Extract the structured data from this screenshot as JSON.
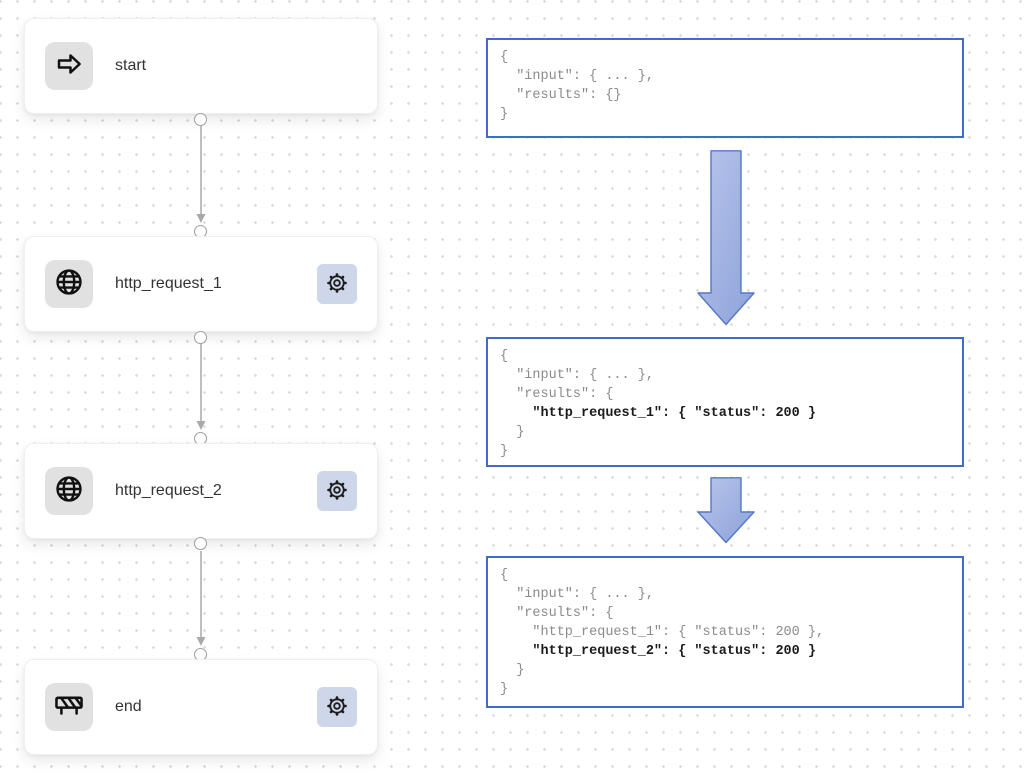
{
  "flow": {
    "nodes": [
      {
        "id": "start",
        "label": "start",
        "icon": "arrow-right-icon",
        "has_settings": false
      },
      {
        "id": "http_request_1",
        "label": "http_request_1",
        "icon": "globe-icon",
        "has_settings": true
      },
      {
        "id": "http_request_2",
        "label": "http_request_2",
        "icon": "globe-icon",
        "has_settings": true
      },
      {
        "id": "end",
        "label": "end",
        "icon": "barrier-icon",
        "has_settings": true
      }
    ]
  },
  "state_blocks": [
    {
      "lines": [
        {
          "text": "{",
          "strong": false
        },
        {
          "text": "  \"input\": { ... },",
          "strong": false
        },
        {
          "text": "  \"results\": {}",
          "strong": false
        },
        {
          "text": "}",
          "strong": false
        }
      ]
    },
    {
      "lines": [
        {
          "text": "{",
          "strong": false
        },
        {
          "text": "  \"input\": { ... },",
          "strong": false
        },
        {
          "text": "  \"results\": {",
          "strong": false
        },
        {
          "text": "    \"http_request_1\": { \"status\": 200 }",
          "strong": true
        },
        {
          "text": "  }",
          "strong": false
        },
        {
          "text": "}",
          "strong": false
        }
      ]
    },
    {
      "lines": [
        {
          "text": "{",
          "strong": false
        },
        {
          "text": "  \"input\": { ... },",
          "strong": false
        },
        {
          "text": "  \"results\": {",
          "strong": false
        },
        {
          "text": "    \"http_request_1\": { \"status\": 200 },",
          "strong": false
        },
        {
          "text": "    \"http_request_2\": { \"status\": 200 }",
          "strong": true
        },
        {
          "text": "  }",
          "strong": false
        },
        {
          "text": "}",
          "strong": false
        }
      ]
    }
  ],
  "colors": {
    "block_border": "#3e6dc5",
    "arrow_fill_light": "#b9c5ec",
    "arrow_fill_dark": "#8da2d9",
    "arrow_stroke": "#5377ca",
    "gear_button_bg": "#cdd7e9",
    "icon_tile_bg": "#e1e1e1",
    "code_dim": "#8b8b8b",
    "code_strong": "#1b1b1b",
    "edge_gray": "#a9a9a9"
  }
}
